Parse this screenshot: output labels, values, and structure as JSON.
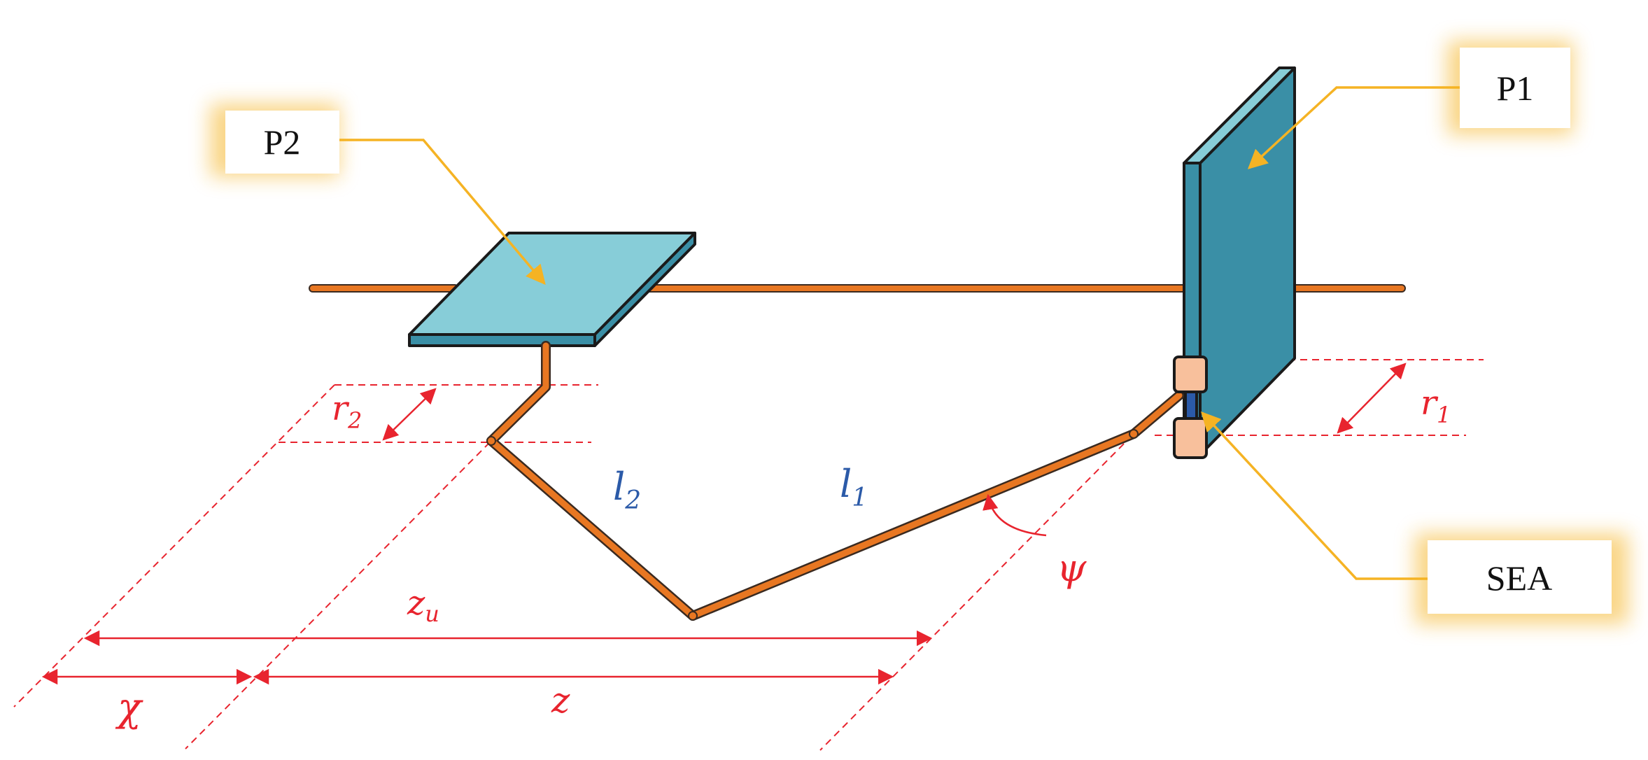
{
  "callouts": {
    "p1": "P1",
    "p2": "P2",
    "sea": "SEA"
  },
  "symbols": {
    "r1": {
      "base": "r",
      "sub": "1"
    },
    "r2": {
      "base": "r",
      "sub": "2"
    },
    "l1": {
      "base": "l",
      "sub": "1"
    },
    "l2": {
      "base": "l",
      "sub": "2"
    },
    "zu": {
      "base": "z",
      "sub": "u"
    },
    "z": "z",
    "chi": "χ",
    "psi": "ψ"
  },
  "colors": {
    "dimension": "#e8242e",
    "link": "#e87722",
    "callout": "#f5b324",
    "plate_p1": "#3a8fa6",
    "plate_p2": "#87cdd8",
    "sea_body": "#f8c09c",
    "symbol_blue": "#2b5aa8"
  }
}
